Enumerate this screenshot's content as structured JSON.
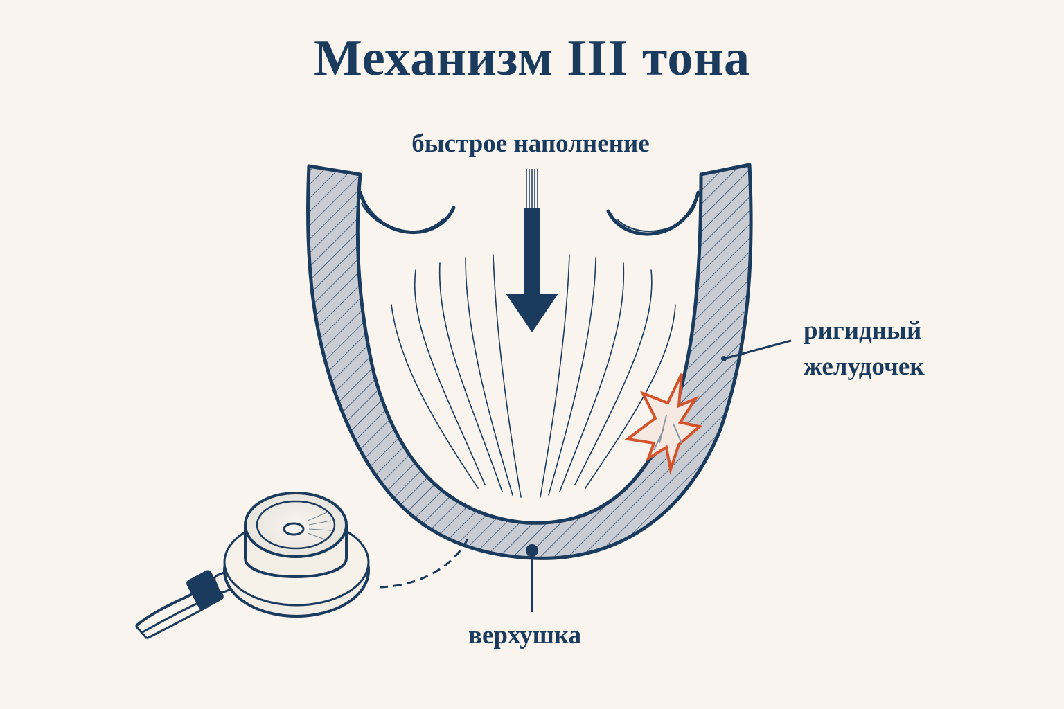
{
  "title": "Механизм III тона",
  "labels": {
    "filling": "быстрое наполнение",
    "rigid_line1": "ригидный",
    "rigid_line2": "желудочек",
    "apex": "верхушка"
  },
  "colors": {
    "background": "#f9f5ee",
    "ink": "#1a3b5e",
    "wall_fill": "#c9ccd3",
    "accent": "#d4532b"
  },
  "icons": {
    "stethoscope": "stethoscope-icon",
    "impact": "impact-burst-icon",
    "arrow": "arrow-down-icon"
  }
}
